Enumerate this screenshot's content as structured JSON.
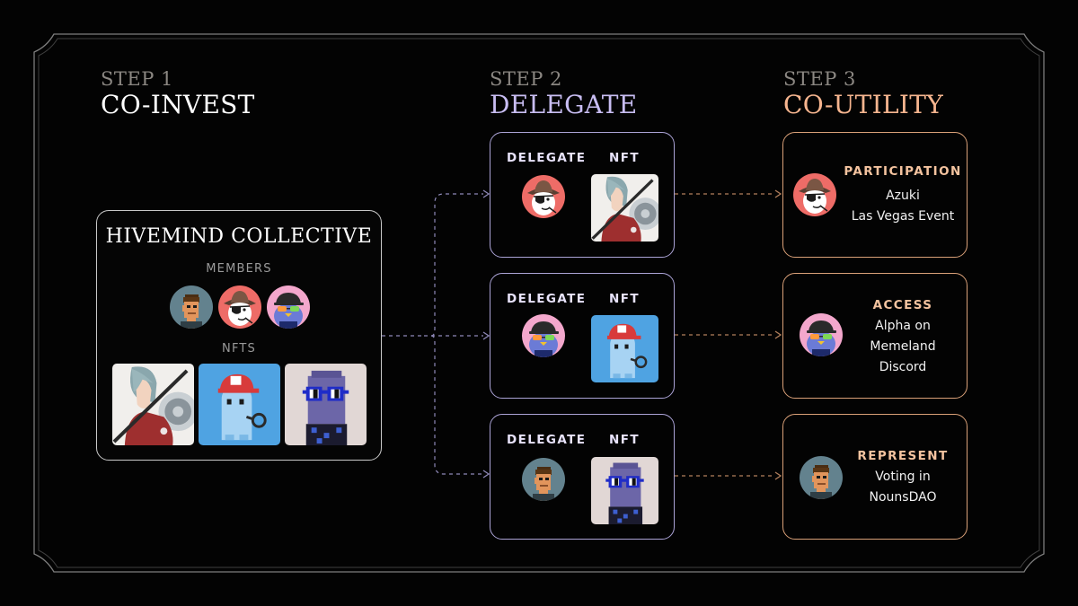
{
  "steps": [
    {
      "number": "STEP 1",
      "title": "CO-INVEST"
    },
    {
      "number": "STEP 2",
      "title": "DELEGATE"
    },
    {
      "number": "STEP 3",
      "title": "CO-UTILITY"
    }
  ],
  "collective": {
    "title": "HIVEMIND COLLECTIVE",
    "members_label": "MEMBERS",
    "nfts_label": "NFTS",
    "members": [
      "punk-avatar",
      "cowboy-avatar",
      "bird-avatar"
    ],
    "nfts": [
      "azuki-character",
      "memeland-character",
      "nouns-character"
    ]
  },
  "delegations": [
    {
      "delegate_label": "DELEGATE",
      "nft_label": "NFT",
      "delegate": "cowboy-avatar",
      "nft": "azuki-character"
    },
    {
      "delegate_label": "DELEGATE",
      "nft_label": "NFT",
      "delegate": "bird-avatar",
      "nft": "memeland-character"
    },
    {
      "delegate_label": "DELEGATE",
      "nft_label": "NFT",
      "delegate": "punk-avatar",
      "nft": "nouns-character"
    }
  ],
  "utilities": [
    {
      "title": "PARTICIPATION",
      "line1": "Azuki",
      "line2": "Las Vegas Event",
      "line3": "",
      "avatar": "cowboy-avatar"
    },
    {
      "title": "ACCESS",
      "line1": "Alpha on",
      "line2": "Memeland",
      "line3": "Discord",
      "avatar": "bird-avatar"
    },
    {
      "title": "REPRESENT",
      "line1": "Voting in",
      "line2": "NounsDAO",
      "line3": "",
      "avatar": "punk-avatar"
    }
  ],
  "colors": {
    "background": "#030303",
    "step2_accent": "#c8bdf2",
    "step3_accent": "#f6b58f",
    "delegate_border": "#aba3d6",
    "utility_border": "#d9a078"
  }
}
